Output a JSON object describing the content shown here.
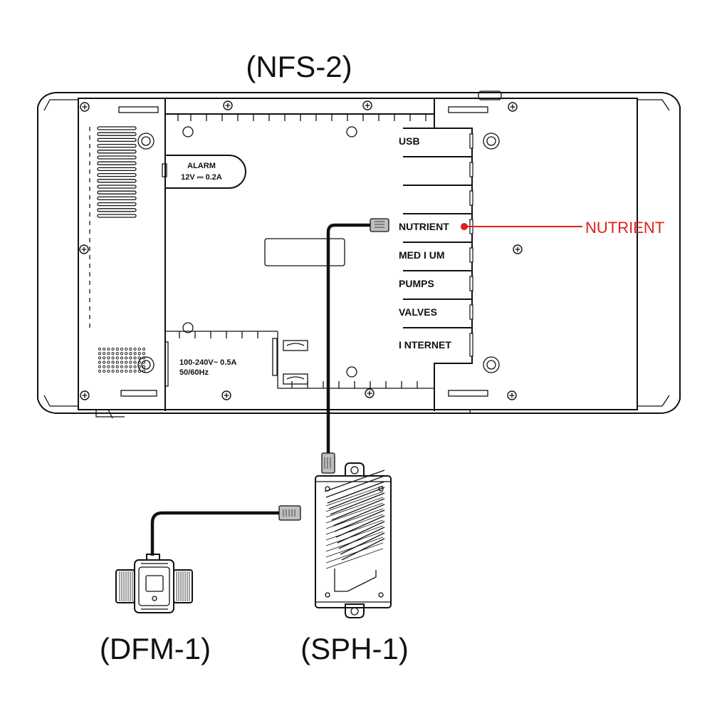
{
  "labels": {
    "controller": "(NFS-2)",
    "flow_meter": "(DFM-1)",
    "ph_sensor": "(SPH-1)",
    "callout": "NUTRIENT"
  },
  "ports": [
    "USB",
    "",
    "",
    "NUTRIENT",
    "MED I UM",
    "PUMPS",
    "VALVES",
    "I NTERNET"
  ],
  "panel_text": {
    "alarm_title": "ALARM",
    "alarm_rating": "12V ⎓ 0.2A",
    "power_rating_1": "100-240V~  0.5A",
    "power_rating_2": "50/60Hz"
  },
  "colors": {
    "line": "#111111",
    "callout": "#e0201b",
    "connector": "#8a8a8a"
  }
}
